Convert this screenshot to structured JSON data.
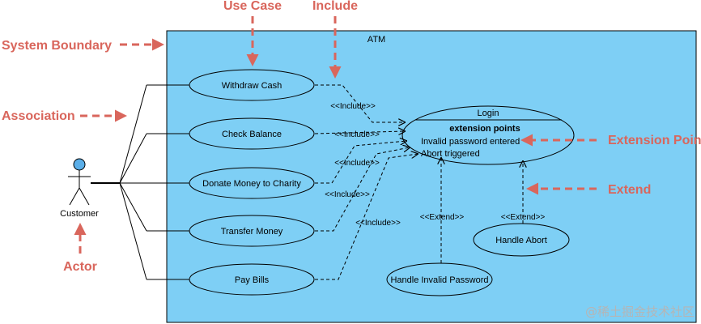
{
  "system": {
    "name": "ATM"
  },
  "actor": {
    "name": "Customer"
  },
  "use_cases": {
    "withdraw": "Withdraw Cash",
    "check": "Check Balance",
    "donate": "Donate Money to Charity",
    "transfer": "Transfer Money",
    "pay": "Pay Bills",
    "invalid_pw": "Handle Invalid Password",
    "abort": "Handle Abort"
  },
  "login": {
    "name": "Login",
    "ext_heading": "extension points",
    "ext_points": [
      "Invalid password entered",
      "Abort triggered"
    ]
  },
  "stereotypes": {
    "include": "<<Include>>",
    "extend": "<<Extend>>"
  },
  "callouts": {
    "use_case": "Use Case",
    "include": "Include",
    "system_boundary": "System Boundary",
    "association": "Association",
    "extension_point": "Extension Point",
    "extend": "Extend",
    "actor": "Actor"
  },
  "watermark": "@稀土掘金技术社区",
  "colors": {
    "boundary_fill": "#7ecff5",
    "annotation": "#d9665c",
    "line": "#000000",
    "actor_head": "#5aaee8",
    "watermark": "#b5b5b5"
  }
}
